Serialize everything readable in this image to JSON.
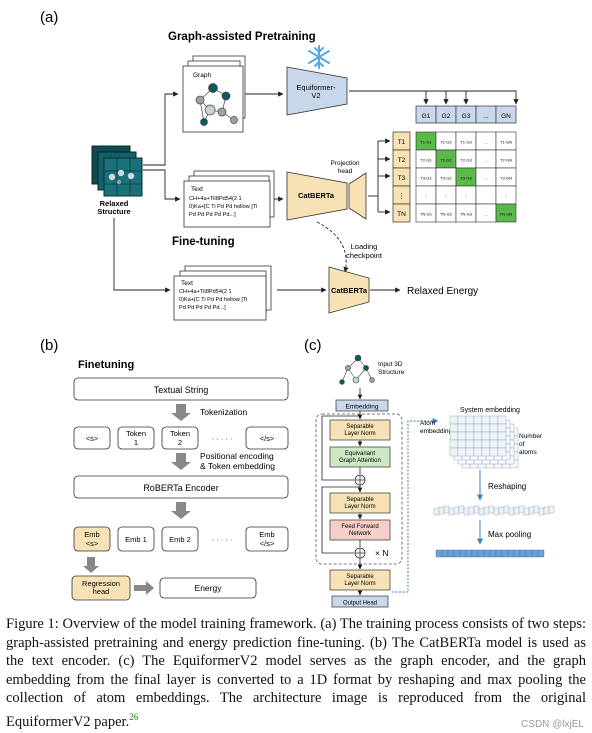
{
  "panel_a": {
    "label": "(a)",
    "title": "Graph-assisted Pretraining",
    "graph_label": "Graph",
    "encoder": "Equiformer-\nV2",
    "relaxed_structure": "Relaxed\nStructure",
    "text_label": "Text",
    "text_body": "CH+4a+TiI8Pd54(2 1\n0)Ka+[C Ti Pd Pd hollow [Ti\nPd Pd Pd Pd Pd...]",
    "catberta": "CatBERTa",
    "projection_head": "Projection\nhead",
    "g_labels": [
      "G1",
      "G2",
      "G3",
      "...",
      "GN"
    ],
    "t_labels": [
      "T1",
      "T2",
      "T3",
      "⋮",
      "TN"
    ],
    "matrix_cells": [
      [
        "T1·G1",
        "T1·G2",
        "T1·G3",
        "...",
        "T1·GN"
      ],
      [
        "T2·G1",
        "T2·G2",
        "T2·G3",
        "...",
        "T2·GN"
      ],
      [
        "T3·G1",
        "T3·G2",
        "T3·G3",
        "...",
        "T3·GN"
      ],
      [
        "⋮",
        "⋮",
        "⋮",
        "",
        "⋮"
      ],
      [
        "TN·G1",
        "TN·G2",
        "TN·G3",
        "...",
        "TN·GN"
      ]
    ],
    "finetuning": "Fine-tuning",
    "loading_checkpoint": "Loading\ncheckpoint",
    "relaxed_energy": "Relaxed Energy",
    "colors": {
      "accent_green": "#5bb84a",
      "tan": "#f6e2b4",
      "blue": "#c8d8ea"
    }
  },
  "panel_b": {
    "label": "(b)",
    "title": "Finetuning",
    "textual_string": "Textual String",
    "tokenization": "Tokenization",
    "tokens": [
      "<s>",
      "Token\n1",
      "Token\n2",
      "· · · · ·",
      "</s>"
    ],
    "pos_encoding": "Positional encoding\n& Token embedding",
    "encoder": "RoBERTa Encoder",
    "embs": [
      "Emb\n<s>",
      "Emb 1",
      "Emb 2",
      "· · · · ·",
      "Emb\n</s>"
    ],
    "regression_head": "Regression\nhead",
    "energy": "Energy"
  },
  "panel_c": {
    "label": "(c)",
    "input": "Input 3D\nStructure",
    "embedding": "Embedding",
    "sep_norm_1": "Separable\nLayer Norm",
    "attention": "Equivariant\nGraph Attention",
    "sep_norm_2": "Separable\nLayer Norm",
    "ffn": "Feed Forward\nNetwork",
    "times_n": "× N",
    "sep_norm_3": "Separable\nLayer Norm",
    "output_head": "Output Head",
    "system_embedding": "System embedding",
    "atom_embedding": "Atom\nembedding",
    "number_of_atoms": "Number\nof\natoms",
    "reshaping": "Reshaping",
    "max_pooling": "Max pooling"
  },
  "caption": {
    "text": "Figure 1: Overview of the model training framework. (a) The training process consists of two steps: graph-assisted pretraining and energy prediction fine-tuning. (b) The CatBERTa model is used as the text encoder. (c) The EquiformerV2 model serves as the graph encoder, and the graph embedding from the final layer is converted to a 1D format by reshaping and max pooling the collection of atom embeddings. The architecture image is reproduced from the original EquiformerV2 paper.",
    "ref": "26"
  },
  "watermark": "CSDN @lxjEL"
}
